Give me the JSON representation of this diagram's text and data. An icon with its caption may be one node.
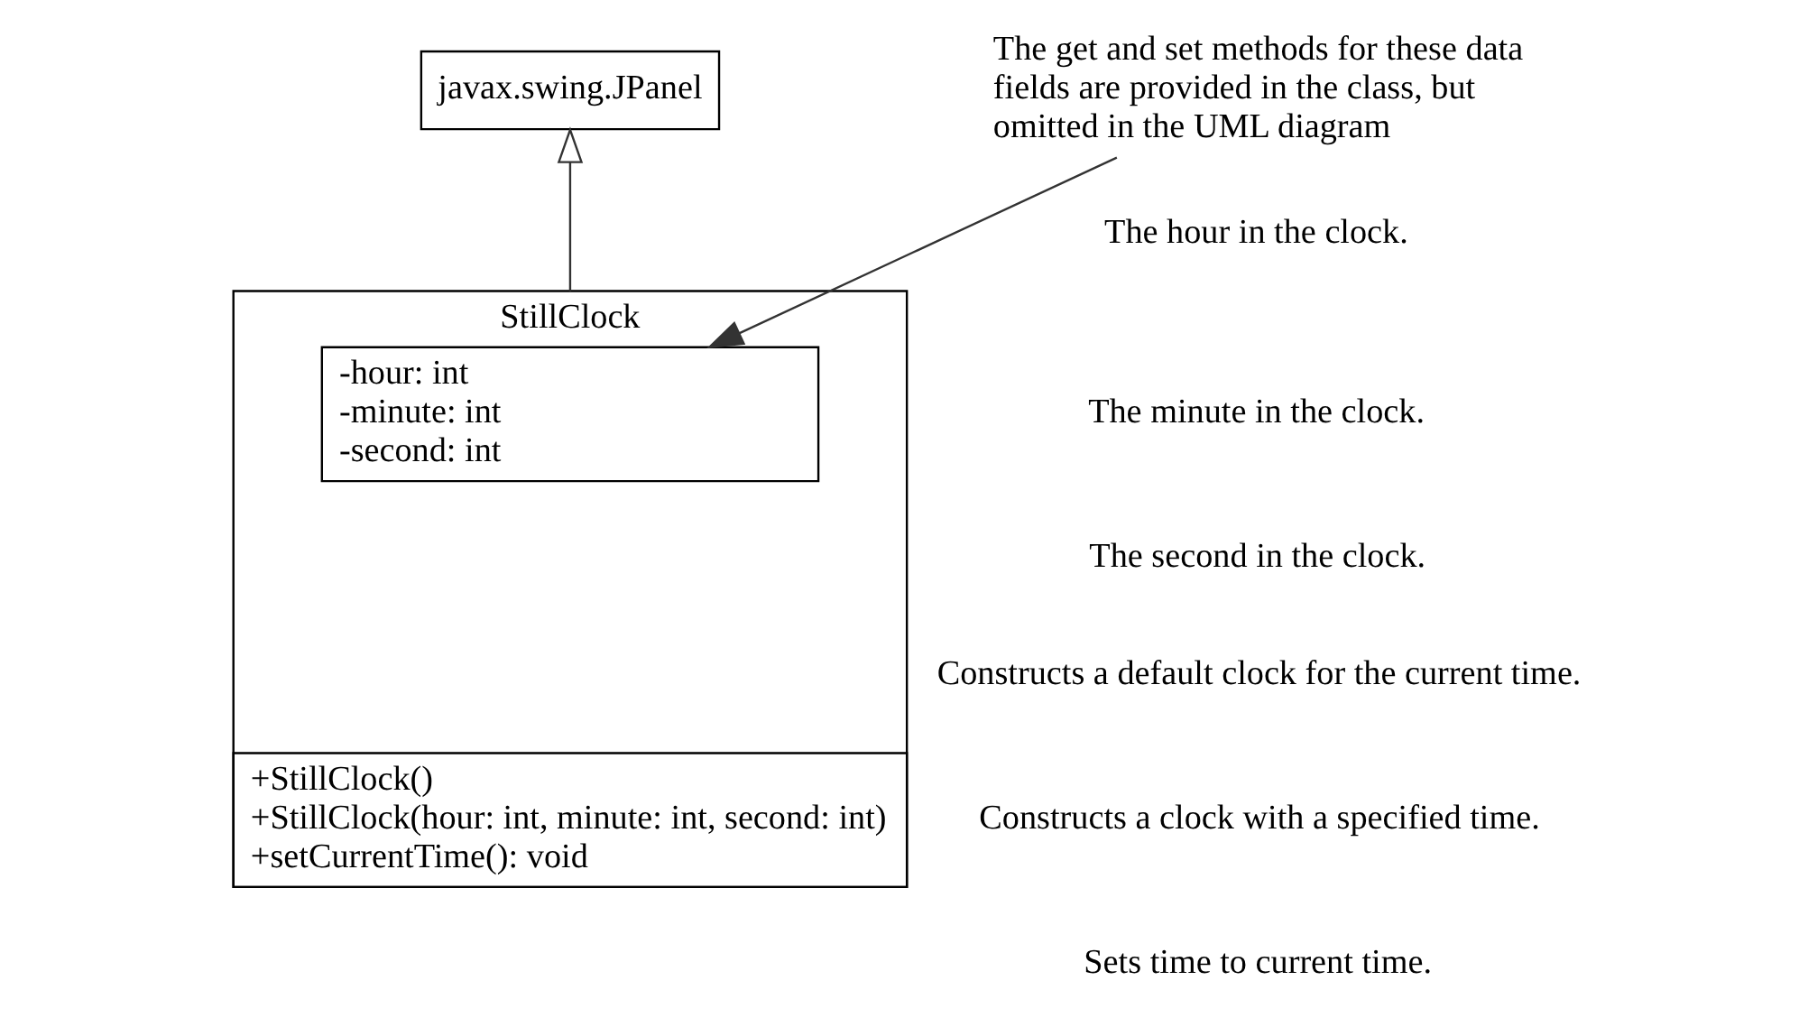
{
  "diagram": {
    "nodes": [
      {
        "text": [
          "javax.swing.JPanel"
        ]
      },
      {
        "text": [
          "StillClock"
        ]
      },
      {
        "text": [
          "-hour: int",
          "-minute: int",
          "-second: int"
        ],
        "in": 1
      },
      {
        "text": [
          "+StillClock()",
          "+StillClock(hour: int, minute: int, second: int)",
          "+setCurrentTime(): void"
        ],
        "in": 1
      },
      {
        "text": [
          "The get and set methods for these data fields are provided in the class, but omitted in the UML diagram"
        ]
      }
    ],
    "edges": [
      {
        "from": 1,
        "to": 0,
        "arrow": "to"
      },
      {
        "from": 4,
        "to": 2,
        "arrow": "to"
      }
    ],
    "labels": [
      "The hour in the clock.",
      "The minute in the clock.",
      "The second in the clock.",
      "Constructs a default clock for the current time.",
      "Constructs a clock with a specified time.",
      "Sets time to current time."
    ]
  }
}
